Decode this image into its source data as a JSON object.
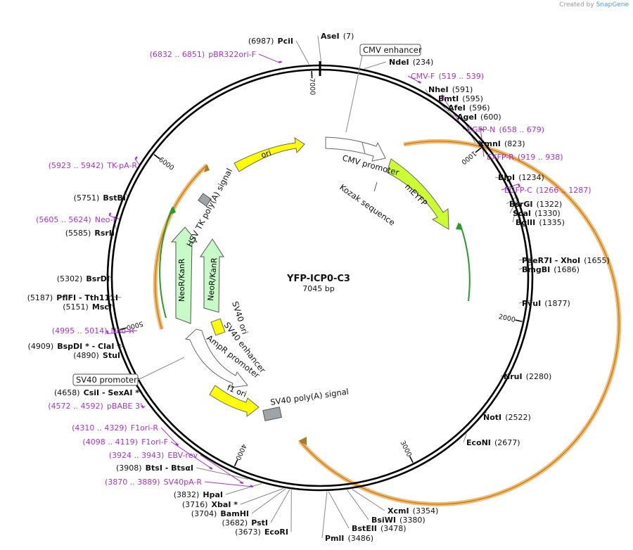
{
  "credit": {
    "prefix": "Created by",
    "brand": "SnapGene"
  },
  "plasmid": {
    "name": "YFP-ICP0-C3",
    "length_label": "7045 bp",
    "length": 7045
  },
  "ticks": [
    "1000",
    "2000",
    "3000",
    "4000",
    "5000",
    "6000",
    "7000"
  ],
  "sites": [
    {
      "pos": 7,
      "label": "AseI",
      "num": "(7)",
      "kind": "enzyme",
      "num_first": false
    },
    {
      "pos": 234,
      "label": "NdeI",
      "num": "(234)",
      "kind": "enzyme",
      "num_first": false
    },
    {
      "pos": 591,
      "label": "NheI",
      "num": "(591)",
      "kind": "enzyme",
      "num_first": false
    },
    {
      "pos": 595,
      "label": "BmtI",
      "num": "(595)",
      "kind": "enzyme",
      "num_first": false
    },
    {
      "pos": 596,
      "label": "AfeI",
      "num": "(596)",
      "kind": "enzyme",
      "num_first": false
    },
    {
      "pos": 600,
      "label": "AgeI",
      "num": "(600)",
      "kind": "enzyme",
      "num_first": false
    },
    {
      "pos": 823,
      "label": "XmnI",
      "num": "(823)",
      "kind": "enzyme",
      "num_first": false
    },
    {
      "pos": 1234,
      "label": "BlpI",
      "num": "(1234)",
      "kind": "enzyme",
      "num_first": false
    },
    {
      "pos": 1322,
      "label": "BsrGI",
      "num": "(1322)",
      "kind": "enzyme",
      "num_first": false
    },
    {
      "pos": 1330,
      "label": "ScaI",
      "num": "(1330)",
      "kind": "enzyme",
      "num_first": false
    },
    {
      "pos": 1335,
      "label": "BglII",
      "num": "(1335)",
      "kind": "enzyme",
      "num_first": false
    },
    {
      "pos": 1655,
      "label": "PaeR7I  - XhoI",
      "num": "(1655)",
      "kind": "enzyme",
      "num_first": false
    },
    {
      "pos": 1686,
      "label": "BmgBI",
      "num": "(1686)",
      "kind": "enzyme",
      "num_first": false
    },
    {
      "pos": 1877,
      "label": "PvuI",
      "num": "(1877)",
      "kind": "enzyme",
      "num_first": false
    },
    {
      "pos": 2280,
      "label": "NruI",
      "num": "(2280)",
      "kind": "enzyme",
      "num_first": false
    },
    {
      "pos": 2522,
      "label": "NotI",
      "num": "(2522)",
      "kind": "enzyme",
      "num_first": false
    },
    {
      "pos": 2677,
      "label": "EcoNI",
      "num": "(2677)",
      "kind": "enzyme",
      "num_first": false
    },
    {
      "pos": 3354,
      "label": "XcmI",
      "num": "(3354)",
      "kind": "enzyme",
      "num_first": false
    },
    {
      "pos": 3380,
      "label": "BsiWI",
      "num": "(3380)",
      "kind": "enzyme",
      "num_first": false
    },
    {
      "pos": 3478,
      "label": "BstEII",
      "num": "(3478)",
      "kind": "enzyme",
      "num_first": false
    },
    {
      "pos": 3486,
      "label": "PmlI",
      "num": "(3486)",
      "kind": "enzyme",
      "num_first": false
    },
    {
      "pos": 3673,
      "label": "EcoRI",
      "num": "(3673)",
      "kind": "enzyme",
      "num_first": true
    },
    {
      "pos": 3682,
      "label": "PstI",
      "num": "(3682)",
      "kind": "enzyme",
      "num_first": true
    },
    {
      "pos": 3704,
      "label": "BamHI",
      "num": "(3704)",
      "kind": "enzyme",
      "num_first": true
    },
    {
      "pos": 3716,
      "label": "XbaI *",
      "num": "(3716)",
      "kind": "enzyme",
      "num_first": true
    },
    {
      "pos": 3832,
      "label": "HpaI",
      "num": "(3832)",
      "kind": "enzyme",
      "num_first": true
    },
    {
      "pos": 3870,
      "label": "SV40pA-R",
      "num": "(3870 .. 3889)",
      "kind": "primer",
      "num_first": true
    },
    {
      "pos": 3908,
      "label": "BtsI  - BtsαI",
      "num": "(3908)",
      "kind": "enzyme",
      "num_first": true
    },
    {
      "pos": 3924,
      "label": "EBV-rev",
      "num": "(3924 .. 3943)",
      "kind": "primer",
      "num_first": true
    },
    {
      "pos": 4098,
      "label": "F1ori-F",
      "num": "(4098 .. 4119)",
      "kind": "primer",
      "num_first": true
    },
    {
      "pos": 4310,
      "label": "F1ori-R",
      "num": "(4310 .. 4329)",
      "kind": "primer",
      "num_first": true
    },
    {
      "pos": 4572,
      "label": "pBABE 3'",
      "num": "(4572 .. 4592)",
      "kind": "primer",
      "num_first": true
    },
    {
      "pos": 4658,
      "label": "CsiI  - SexAI *",
      "num": "(4658)",
      "kind": "enzyme",
      "num_first": true
    },
    {
      "pos": 4890,
      "label": "StuI",
      "num": "(4890)",
      "kind": "enzyme",
      "num_first": true
    },
    {
      "pos": 4909,
      "label": "BspDI *  - ClaI *",
      "num": "(4909)",
      "kind": "enzyme",
      "num_first": true
    },
    {
      "pos": 4995,
      "label": "Neo-R",
      "num": "(4995 .. 5014)",
      "kind": "primer",
      "num_first": true
    },
    {
      "pos": 5151,
      "label": "MscI",
      "num": "(5151)",
      "kind": "enzyme",
      "num_first": true
    },
    {
      "pos": 5187,
      "label": "PflFI  - Tth111I",
      "num": "(5187)",
      "kind": "enzyme",
      "num_first": true
    },
    {
      "pos": 5302,
      "label": "BsrDI",
      "num": "(5302)",
      "kind": "enzyme",
      "num_first": true
    },
    {
      "pos": 5585,
      "label": "RsrII",
      "num": "(5585)",
      "kind": "enzyme",
      "num_first": true
    },
    {
      "pos": 5605,
      "label": "Neo-F",
      "num": "(5605 .. 5624)",
      "kind": "primer",
      "num_first": true
    },
    {
      "pos": 5751,
      "label": "BstBI",
      "num": "(5751)",
      "kind": "enzyme",
      "num_first": true
    },
    {
      "pos": 5923,
      "label": "TK-pA-R",
      "num": "(5923 .. 5942)",
      "kind": "primer",
      "num_first": true
    },
    {
      "pos": 6832,
      "label": "pBR322ori-F",
      "num": "(6832 .. 6851)",
      "kind": "primer",
      "num_first": true
    },
    {
      "pos": 6987,
      "label": "PciI",
      "num": "(6987)",
      "kind": "enzyme",
      "num_first": true
    },
    {
      "pos": 519,
      "label": "CMV-F",
      "num": "(519 .. 539)",
      "kind": "primer",
      "num_first": false
    },
    {
      "pos": 658,
      "label": "EGFP-N",
      "num": "(658 .. 679)",
      "kind": "primer",
      "num_first": false
    },
    {
      "pos": 919,
      "label": "EXFP-R",
      "num": "(919 .. 938)",
      "kind": "primer",
      "num_first": false
    },
    {
      "pos": 1266,
      "label": "EGFP-C",
      "num": "(1266 .. 1287)",
      "kind": "primer",
      "num_first": false
    }
  ],
  "boxed_features": [
    "CMV enhancer",
    "SV40 promoter"
  ],
  "features": [
    "ori",
    "CMV promoter",
    "Kozak sequence",
    "mEYFP",
    "HSV TK poly(A) signal",
    "NeoR/KanR",
    "NeoR/KanR",
    "SV40 ori",
    "SV40 enhancer",
    "AmpR promoter",
    "f1 ori",
    "SV40 poly(A) signal"
  ],
  "colors": {
    "primer": "#a634c8",
    "ori": "#ffff00",
    "cds": "#c8fac8",
    "mEYFP": "#ccff33",
    "orf": "#f5b86a",
    "grey": "#9fa4a8"
  }
}
